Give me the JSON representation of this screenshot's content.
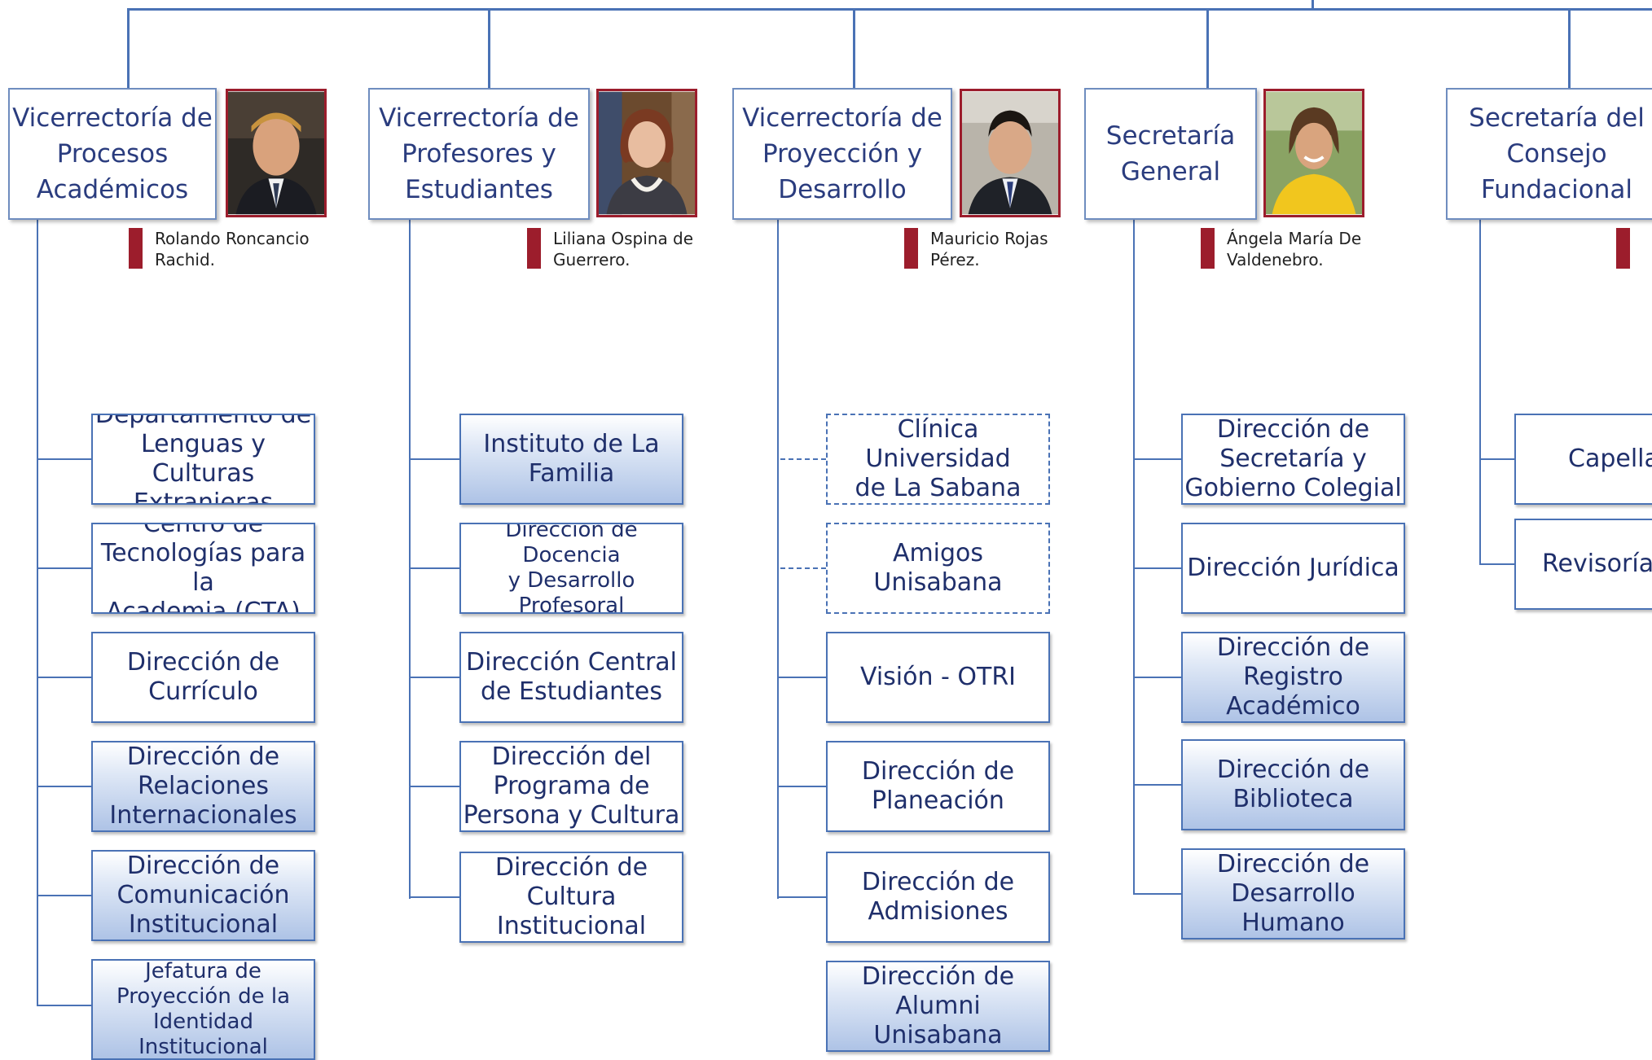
{
  "columns": [
    {
      "title": "Vicerrectoría de\nProcesos\nAcadémicos",
      "person": "Rolando Roncancio\nRachid.",
      "units": [
        {
          "label": "Departamento de\nLenguas y Culturas\nExtranjeras",
          "style": "white"
        },
        {
          "label": "Centro de\nTecnologías para la\nAcademia (CTA)",
          "style": "white"
        },
        {
          "label": "Dirección de\nCurrículo",
          "style": "white"
        },
        {
          "label": "Dirección de\nRelaciones\nInternacionales",
          "style": "blue"
        },
        {
          "label": "Dirección de\nComunicación\nInstitucional",
          "style": "blue"
        },
        {
          "label": "Jefatura de\nProyección de la\nIdentidad\nInstitucional",
          "style": "blue"
        }
      ]
    },
    {
      "title": "Vicerrectoría de\nProfesores y\nEstudiantes",
      "person": "Liliana Ospina de\nGuerrero.",
      "units": [
        {
          "label": "Instituto de La\nFamilia",
          "style": "blue"
        },
        {
          "label": "Dirección de Docencia\ny Desarrollo\nProfesoral",
          "style": "white"
        },
        {
          "label": "Dirección Central\nde Estudiantes",
          "style": "white"
        },
        {
          "label": "Dirección del\nPrograma de\nPersona y Cultura",
          "style": "white"
        },
        {
          "label": "Dirección de\nCultura\nInstitucional",
          "style": "white"
        }
      ]
    },
    {
      "title": "Vicerrectoría de\nProyección y\nDesarrollo",
      "person": "Mauricio Rojas\nPérez.",
      "units": [
        {
          "label": "Clínica Universidad\nde La Sabana",
          "style": "dashed"
        },
        {
          "label": "Amigos\nUnisabana",
          "style": "dashed"
        },
        {
          "label": "Visión - OTRI",
          "style": "white"
        },
        {
          "label": "Dirección de\nPlaneación",
          "style": "white"
        },
        {
          "label": "Dirección de\nAdmisiones",
          "style": "white"
        },
        {
          "label": "Dirección de\nAlumni Unisabana",
          "style": "blue"
        }
      ]
    },
    {
      "title": "Secretaría\nGeneral",
      "person": "Ángela María De\nValdenebro.",
      "units": [
        {
          "label": "Dirección de\nSecretaría y\nGobierno Colegial",
          "style": "white"
        },
        {
          "label": "Dirección Jurídica",
          "style": "white"
        },
        {
          "label": "Dirección de\nRegistro\nAcadémico",
          "style": "blue"
        },
        {
          "label": "Dirección de\nBiblioteca",
          "style": "blue"
        },
        {
          "label": "Dirección de\nDesarrollo\nHumano",
          "style": "blue"
        }
      ]
    },
    {
      "title": "Secretaría del\nConsejo\nFundacional",
      "person": "",
      "units": [
        {
          "label": "Capella",
          "style": "white"
        },
        {
          "label": "Revisoría",
          "style": "white"
        }
      ]
    }
  ],
  "colors": {
    "line": "#4a72b5",
    "accent": "#9c1d2c",
    "text": "#1f2f6b"
  }
}
